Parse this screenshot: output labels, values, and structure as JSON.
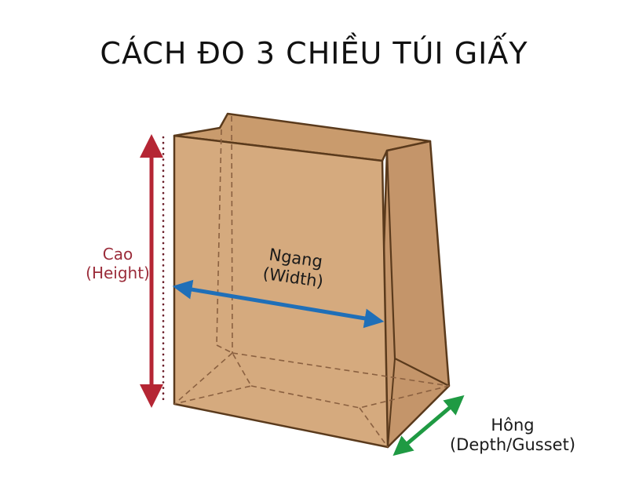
{
  "title": "CÁCH ĐO 3 CHIỀU TÚI GIẤY",
  "dimensions": {
    "height": {
      "label": "Cao",
      "sublabel": "(Height)",
      "color": "#b52634"
    },
    "width": {
      "label": "Ngang",
      "sublabel": "(Width)",
      "color": "#1f6fb8"
    },
    "depth": {
      "label": "Hông",
      "sublabel": "(Depth/Gusset)",
      "color": "#1f9a43"
    }
  },
  "colors": {
    "bag_fill": "#d3a77a",
    "bag_fill_dark": "#c89a6c",
    "bag_outline": "#5a3a1c",
    "dashed_lines": "#8a6040",
    "height_label": "#9b2c3a"
  }
}
